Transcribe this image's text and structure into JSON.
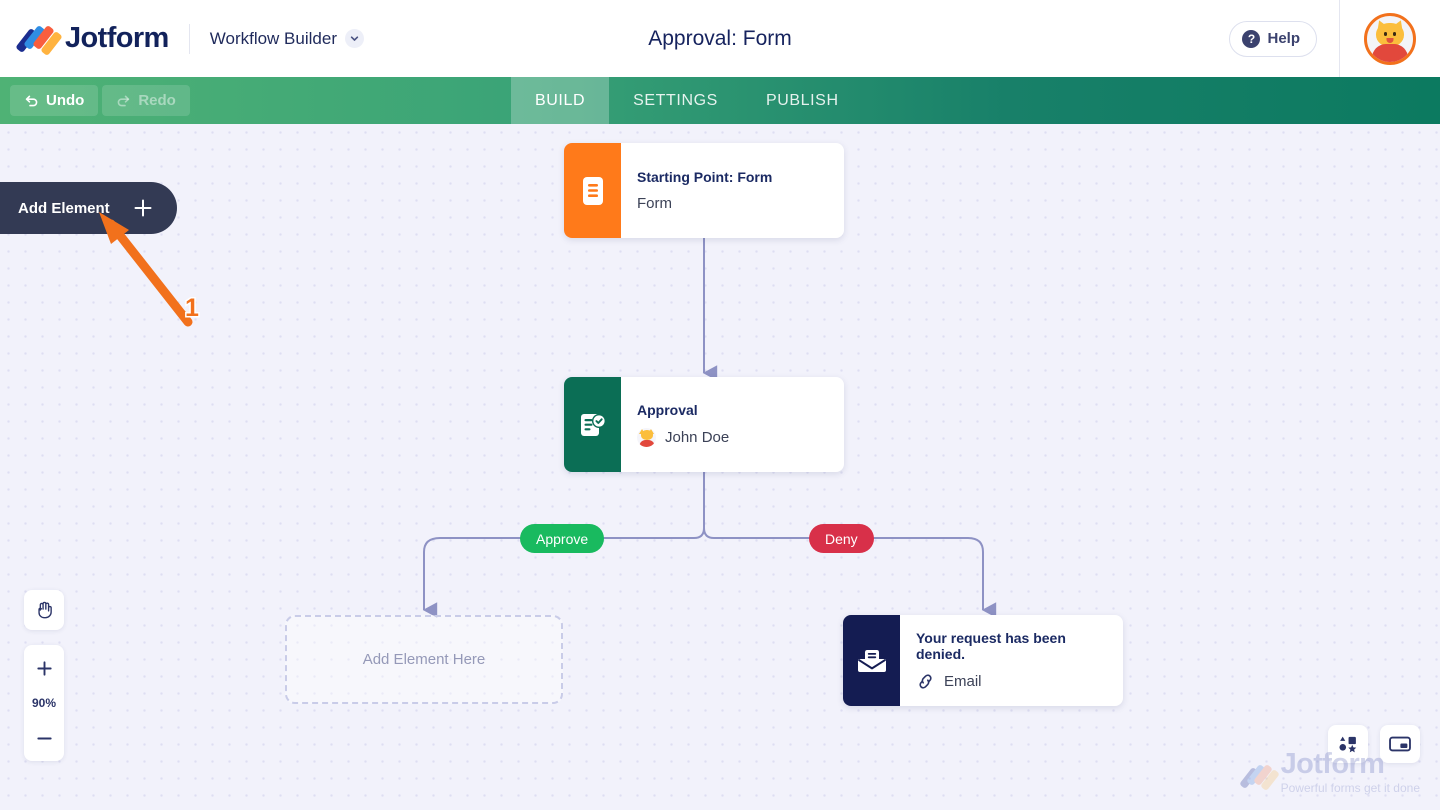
{
  "header": {
    "brand": "Jotform",
    "product_label": "Workflow Builder",
    "page_title": "Approval: Form",
    "help_label": "Help",
    "help_icon": "question-mark-icon",
    "caret_icon": "chevron-down-icon",
    "avatar_icon": "user-avatar"
  },
  "toolbar": {
    "undo_label": "Undo",
    "redo_label": "Redo",
    "undo_icon": "undo-arrow-icon",
    "redo_icon": "redo-arrow-icon",
    "tabs": [
      {
        "label": "BUILD",
        "active": true
      },
      {
        "label": "SETTINGS",
        "active": false
      },
      {
        "label": "PUBLISH",
        "active": false
      }
    ]
  },
  "canvas": {
    "add_element_button": {
      "label": "Add Element",
      "icon": "plus-icon"
    },
    "annotation": {
      "number": "1",
      "icon": "arrow-pointer-icon",
      "color": "#F2711C"
    },
    "nodes": [
      {
        "id": "start",
        "title": "Starting Point: Form",
        "subtitle": "Form",
        "icon": "form-document-icon",
        "icon_bg": "#FF7A1A"
      },
      {
        "id": "approval",
        "title": "Approval",
        "subtitle": "John Doe",
        "icon": "approval-check-icon",
        "icon_bg": "#0B6E55",
        "has_avatar": true
      },
      {
        "id": "denied-email",
        "title": "Your request has been denied.",
        "subtitle": "Email",
        "icon": "envelope-icon",
        "icon_bg": "#141C52",
        "sub_icon": "link-chain-icon"
      }
    ],
    "branches": [
      {
        "label": "Approve",
        "color": "#19BA5F"
      },
      {
        "label": "Deny",
        "color": "#D83049"
      }
    ],
    "placeholder": {
      "label": "Add Element Here"
    },
    "controls": {
      "pan_icon": "hand-pan-icon",
      "zoom_in_icon": "plus-icon",
      "zoom_out_icon": "minus-icon",
      "zoom_level": "90%",
      "elements_panel_icon": "shapes-grid-icon",
      "minimap_icon": "minimap-icon"
    },
    "watermark": {
      "title": "Jotform",
      "tagline": "Powerful forms get it done"
    }
  }
}
